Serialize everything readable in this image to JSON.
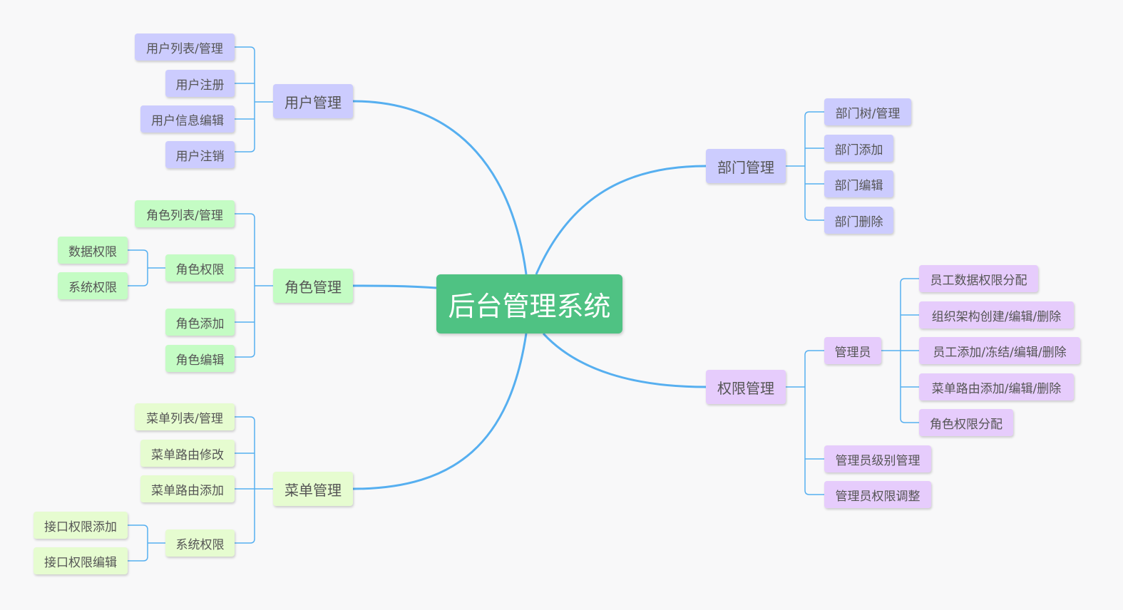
{
  "colors": {
    "root": "#4fc283",
    "connector_main": "#56aff0",
    "connector_branch": "#56aff0",
    "user": "#ccccfe",
    "role": "#c4fcc4",
    "menu": "#e6fcd0",
    "dept": "#ccccfe",
    "perm": "#e6ccfc"
  },
  "root": {
    "label": "后台管理系统"
  },
  "branches": {
    "user": {
      "label": "用户管理",
      "items": [
        "用户列表/管理",
        "用户注册",
        "用户信息编辑",
        "用户注销"
      ]
    },
    "role": {
      "label": "角色管理",
      "items": [
        "角色列表/管理",
        "角色权限",
        "角色添加",
        "角色编辑"
      ],
      "sub": {
        "label": "角色权限",
        "items": [
          "数据权限",
          "系统权限"
        ]
      }
    },
    "menu": {
      "label": "菜单管理",
      "items": [
        "菜单列表/管理",
        "菜单路由修改",
        "菜单路由添加",
        "系统权限"
      ],
      "sub": {
        "label": "系统权限",
        "items": [
          "接口权限添加",
          "接口权限编辑"
        ]
      }
    },
    "dept": {
      "label": "部门管理",
      "items": [
        "部门树/管理",
        "部门添加",
        "部门编辑",
        "部门删除"
      ]
    },
    "perm": {
      "label": "权限管理",
      "items": [
        "管理员",
        "管理员级别管理",
        "管理员权限调整"
      ],
      "sub": {
        "label": "管理员",
        "items": [
          "员工数据权限分配",
          "组织架构创建/编辑/删除",
          "员工添加/冻结/编辑/删除",
          "菜单路由添加/编辑/删除",
          "角色权限分配"
        ]
      }
    }
  }
}
